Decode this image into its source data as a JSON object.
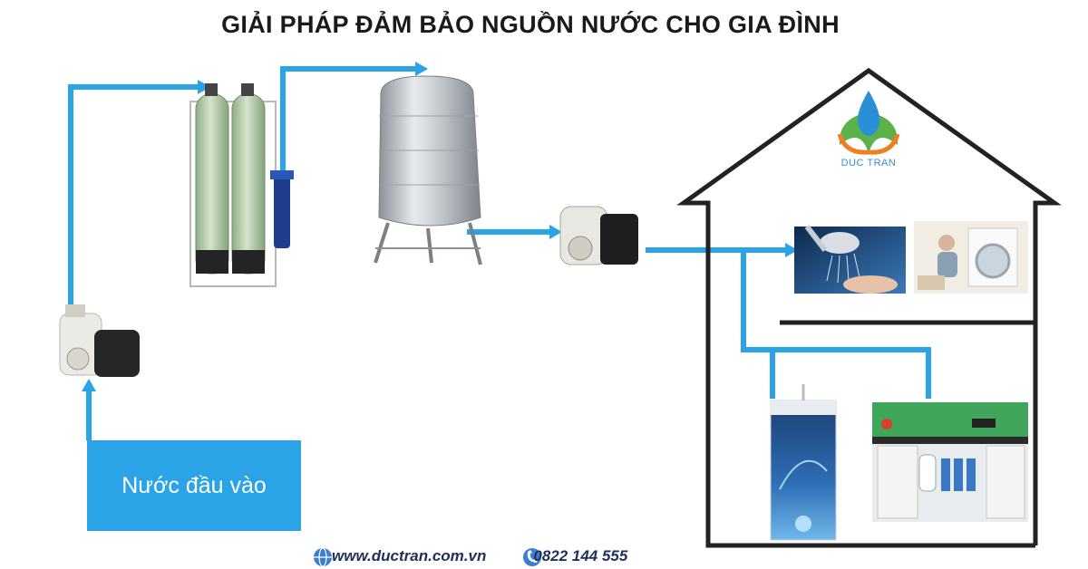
{
  "title": "GIẢI PHÁP ĐẢM BẢO NGUỒN NƯỚC CHO GIA ĐÌNH",
  "input_label": "Nước đầu vào",
  "brand": {
    "name": "DUC TRAN",
    "color": "#3a8fd0"
  },
  "footer": {
    "website": "www.ductran.com.vn",
    "phone": "0822 144 555",
    "website_icon": "globe-icon",
    "phone_icon": "phone-icon"
  },
  "colors": {
    "pipe": "#2aa4e6",
    "house_outline": "#222222"
  },
  "equipment": [
    "booster-pump",
    "twin-filter-tanks",
    "cartridge-filter",
    "stainless-water-tank",
    "pressure-pump",
    "shower-photo",
    "washing-machine-photo",
    "ro-purifier-hyundai",
    "kitchen-sink-photo"
  ]
}
